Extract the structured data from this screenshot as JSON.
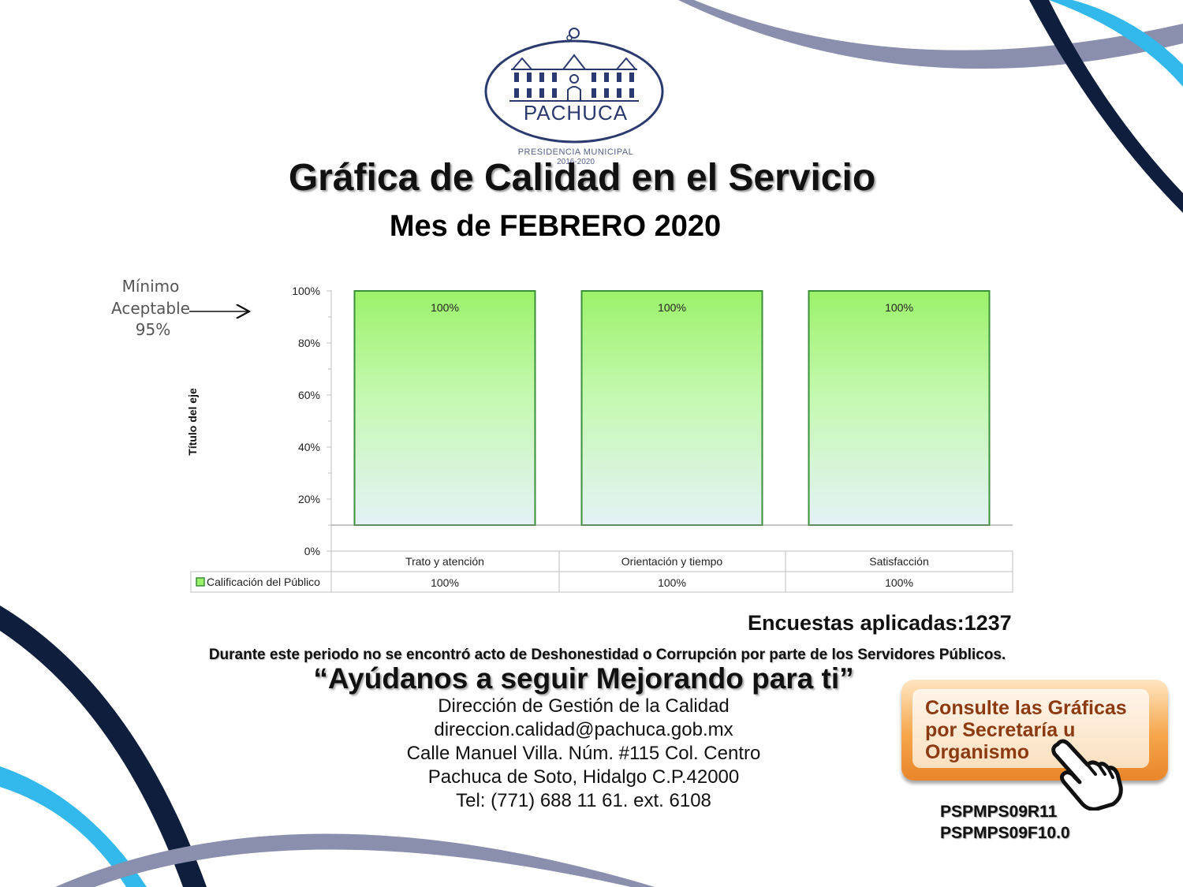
{
  "logo": {
    "city": "PACHUCA",
    "line1": "PRESIDENCIA MUNICIPAL",
    "line2": "2016-2020"
  },
  "header": {
    "title": "Gráfica de Calidad en el Servicio",
    "subtitle": "Mes de FEBRERO 2020"
  },
  "minimum": {
    "line1": "Mínimo",
    "line2": "Aceptable",
    "line3": "95%",
    "value": 95
  },
  "chart_data": {
    "type": "bar",
    "categories": [
      "Trato y atención",
      "Orientación y tiempo",
      "Satisfacción"
    ],
    "series": [
      {
        "name": "Calificación del Público",
        "values": [
          100,
          100,
          100
        ],
        "labels": [
          "100%",
          "100%",
          "100%"
        ]
      }
    ],
    "ylabel": "Título del eje",
    "ylim": [
      0,
      100
    ],
    "yticks": [
      "0%",
      "20%",
      "40%",
      "60%",
      "80%",
      "100%"
    ],
    "bar_color": "#9cf26a",
    "table": true
  },
  "surveys": "Encuestas aplicadas:1237",
  "notice": "Durante este periodo no se encontró acto de Deshonestidad o Corrupción por parte de los Servidores Públicos.",
  "slogan": "“Ayúdanos a seguir Mejorando para ti”",
  "contact": [
    "Dirección de Gestión de la Calidad",
    "direccion.calidad@pachuca.gob.mx",
    "Calle Manuel Villa. Núm. #115 Col. Centro",
    "Pachuca  de Soto, Hidalgo  C.P.42000",
    "Tel: (771) 688 11 61.  ext. 6108"
  ],
  "button": {
    "line1": "Consulte las Gráficas",
    "line2": "por Secretaría u",
    "line3": "Organismo"
  },
  "codes": [
    "PSPMPS09R11",
    "PSPMPS09F10.0"
  ],
  "colors": {
    "navy": "#0f1e3d",
    "cyan": "#32b8ea",
    "slate": "#8a8fae",
    "orange": "#f29a3c"
  }
}
